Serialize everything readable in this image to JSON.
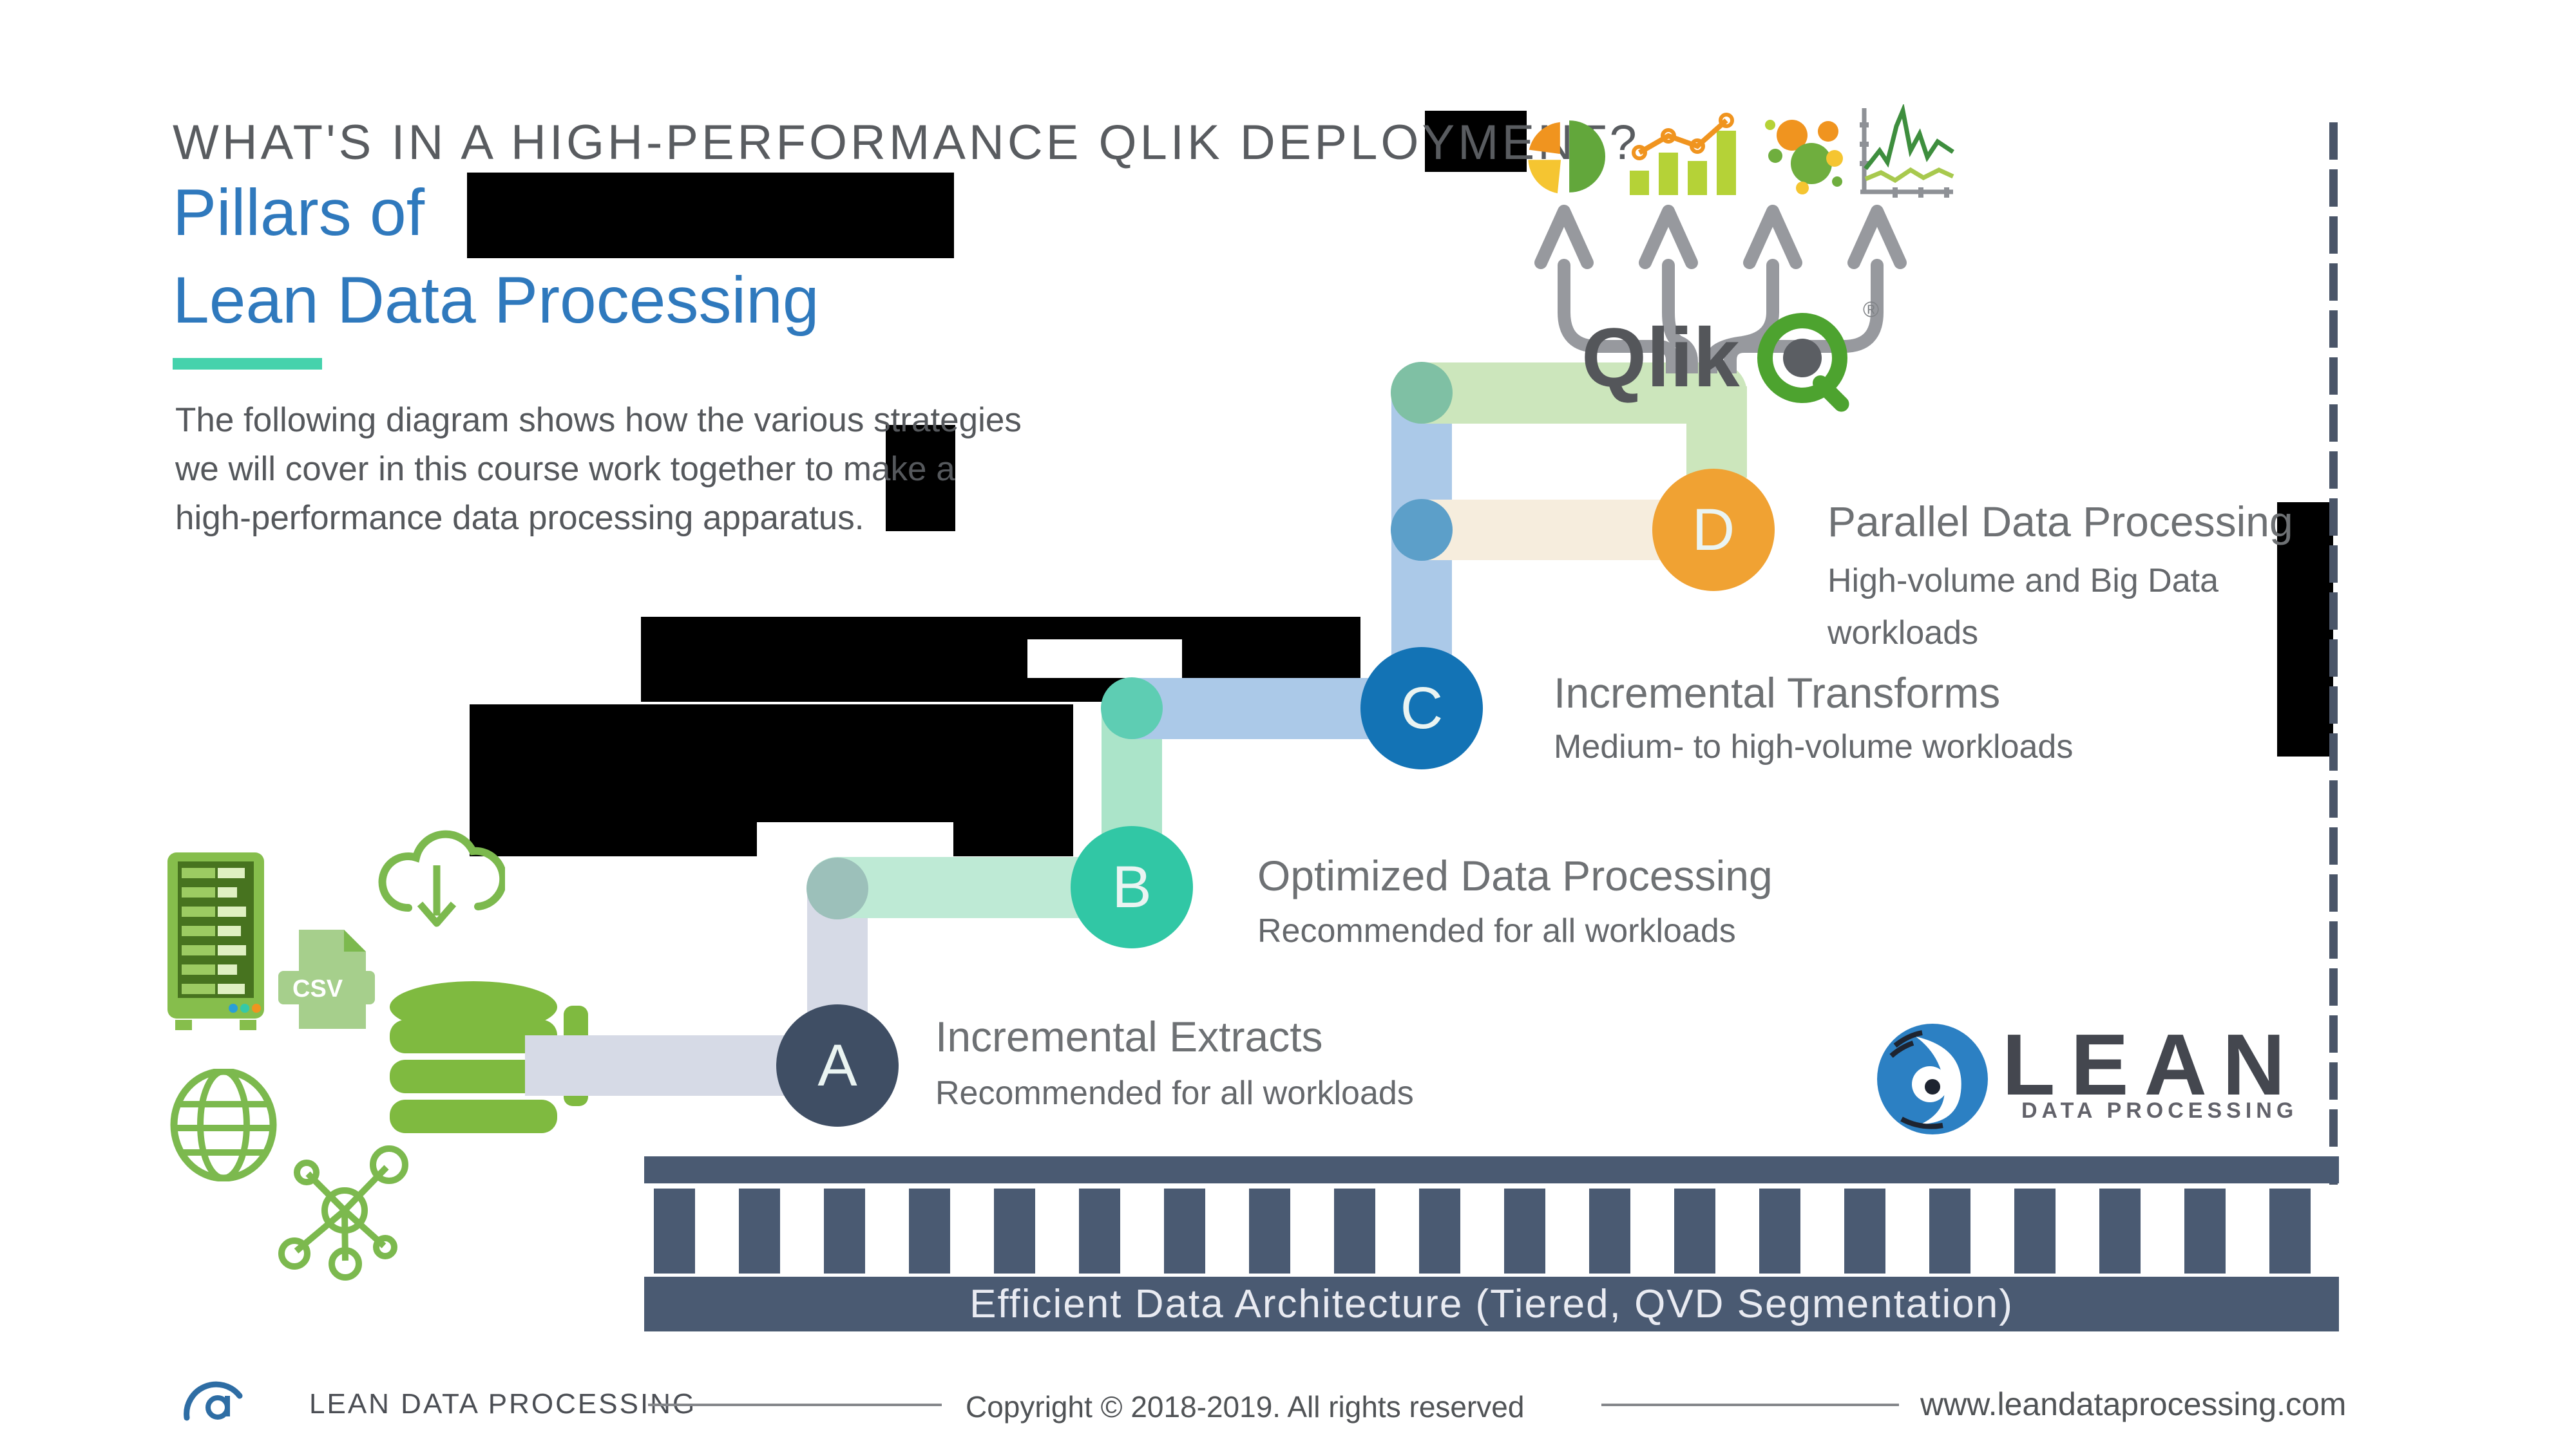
{
  "header": {
    "kicker": "WHAT'S IN A HIGH-PERFORMANCE QLIK DEPLOYMENT?",
    "title_line1": "Pillars of",
    "title_line2": "Lean Data Processing",
    "paragraph_line1": "The following diagram shows how the various strategies",
    "paragraph_line2": "we will cover in this course work together to make a",
    "paragraph_line3": "high-performance data processing apparatus."
  },
  "qlik": {
    "wordmark": "Qlik",
    "registered": "®"
  },
  "steps": [
    {
      "letter": "A",
      "title": "Incremental Extracts",
      "subtitle": "Recommended for all workloads",
      "color": "#3F4E64"
    },
    {
      "letter": "B",
      "title": "Optimized Data Processing",
      "subtitle": "Recommended for all workloads",
      "color": "#31C7A5"
    },
    {
      "letter": "C",
      "title": "Incremental Transforms",
      "subtitle": "Medium- to high-volume workloads",
      "color": "#1373B5"
    },
    {
      "letter": "D",
      "title": "Parallel Data Processing",
      "subtitle": "High-volume and Big Data workloads",
      "color": "#F0A233"
    }
  ],
  "architecture_bar": {
    "label": "Efficient Data Architecture (Tiered, QVD Segmentation)"
  },
  "footer": {
    "brand": "LEAN DATA PROCESSING",
    "copyright": "Copyright © 2018-2019. All rights reserved",
    "website": "www.leandataprocessing.com"
  },
  "lean_logo": {
    "name": "LEAN",
    "subtitle": "DATA PROCESSING"
  },
  "icons": {
    "csv_label": "CSV"
  },
  "colors": {
    "accent_blue": "#2F79BD",
    "underline_teal": "#45D2AC",
    "node_a": "#3F4E64",
    "node_b": "#31C7A5",
    "node_c": "#1373B5",
    "node_d": "#F0A233",
    "pipe_lavender": "#D6DAE6",
    "pipe_mint": "#BEEAD5",
    "pipe_blue": "#ABC9E8",
    "pipe_green": "#CCE6BC",
    "pipe_beige": "#F6EDDD",
    "bar_slate": "#4A5A72",
    "icon_green": "#7CB94E",
    "qlik_green": "#4DA32F"
  }
}
